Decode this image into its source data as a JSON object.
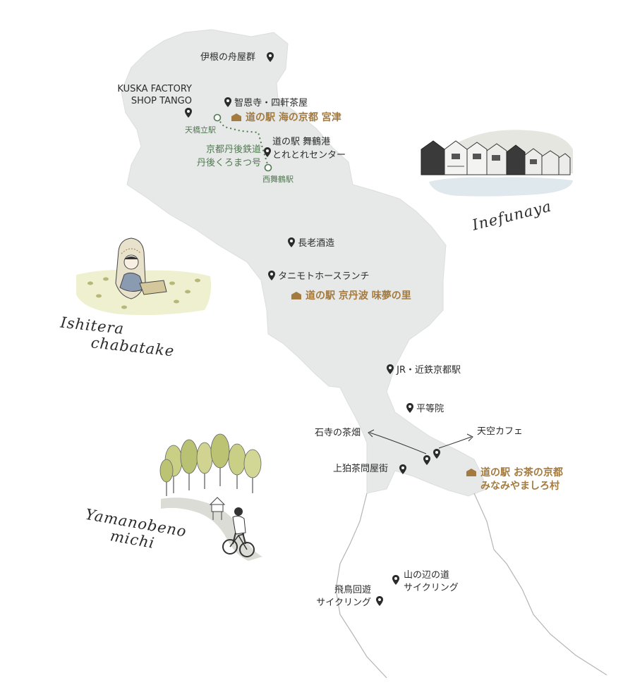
{
  "spots": {
    "ine": "伊根の舟屋群",
    "kuska": "KUSKA FACTORY",
    "kuska2": "SHOP TANGO",
    "chionji": "智恩寺・四軒茶屋",
    "maizuru1": "道の駅 舞鶴港",
    "maizuru2": "とれとれセンター",
    "chorou": "長老酒造",
    "tanimoto": "タニモトホースランチ",
    "kyoto_st": "JR・近鉄京都駅",
    "byodoin": "平等院",
    "ishitera": "石寺の茶畑",
    "tenku": "天空カフェ",
    "kamikoma": "上狛茶問屋街",
    "yamanobe1": "山の辺の道",
    "yamanobe2": "サイクリング",
    "asuka1": "飛鳥回遊",
    "asuka2": "サイクリング"
  },
  "stations": {
    "amanohashidate": "天橋立駅",
    "nishimaizuru": "西舞鶴駅"
  },
  "railway": {
    "line1": "京都丹後鉄道",
    "line2": "丹後くろまつ号"
  },
  "michi_no_eki": {
    "miyazu": "道の駅 海の京都 宮津",
    "ajimu": "道の駅 京丹波 味夢の里",
    "minamiyamashiro1": "道の駅 お茶の京都",
    "minamiyamashiro2": "みなみやましろ村"
  },
  "illustrations": {
    "inefunaya": "Inefunaya",
    "ishitera1": "Ishitera",
    "ishitera2": "chabatake",
    "yamanobe1": "Yamanobeno",
    "yamanobe2": "michi"
  },
  "colors": {
    "region_fill": "#e7e9e8",
    "hub_brown": "#a37a3f",
    "rail_green": "#4f7a4f",
    "outline": "#a9a9a9"
  }
}
